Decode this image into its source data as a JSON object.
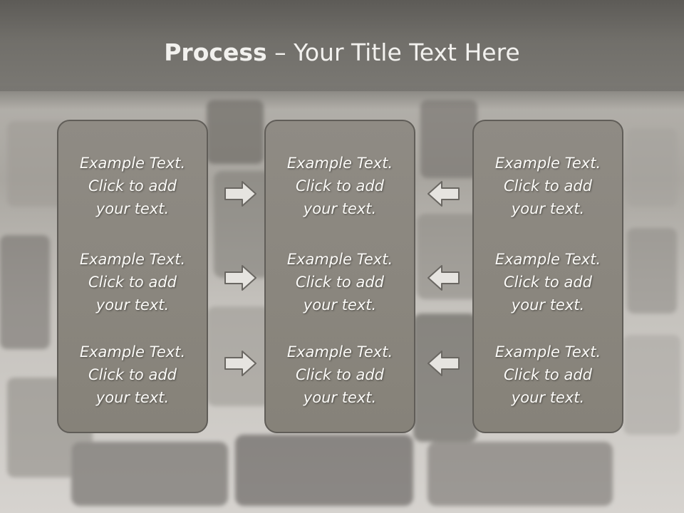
{
  "title": {
    "bold": "Process",
    "rest": " – Your Title Text Here"
  },
  "panels": [
    {
      "items": [
        [
          "Example Text.",
          "Click  to add",
          "your text."
        ],
        [
          "Example Text.",
          "Click  to add",
          "your text."
        ],
        [
          "Example Text.",
          "Click  to add",
          "your text."
        ]
      ]
    },
    {
      "items": [
        [
          "Example Text.",
          "Click  to add",
          "your text."
        ],
        [
          "Example Text.",
          "Click  to add",
          "your text."
        ],
        [
          "Example Text.",
          "Click  to add",
          "your text."
        ]
      ]
    },
    {
      "items": [
        [
          "Example Text.",
          "Click  to add",
          "your text."
        ],
        [
          "Example Text.",
          "Click  to add",
          "your text."
        ],
        [
          "Example Text.",
          "Click  to add",
          "your text."
        ]
      ]
    }
  ],
  "arrows": {
    "left_column": [
      "right-arrow-icon",
      "right-arrow-icon",
      "right-arrow-icon"
    ],
    "right_column": [
      "left-arrow-icon",
      "left-arrow-icon",
      "left-arrow-icon"
    ]
  },
  "colors": {
    "panel_fill": "#8b877f",
    "panel_border": "#605d58",
    "title_band": "#6b6964",
    "text": "#fbfaf7"
  }
}
